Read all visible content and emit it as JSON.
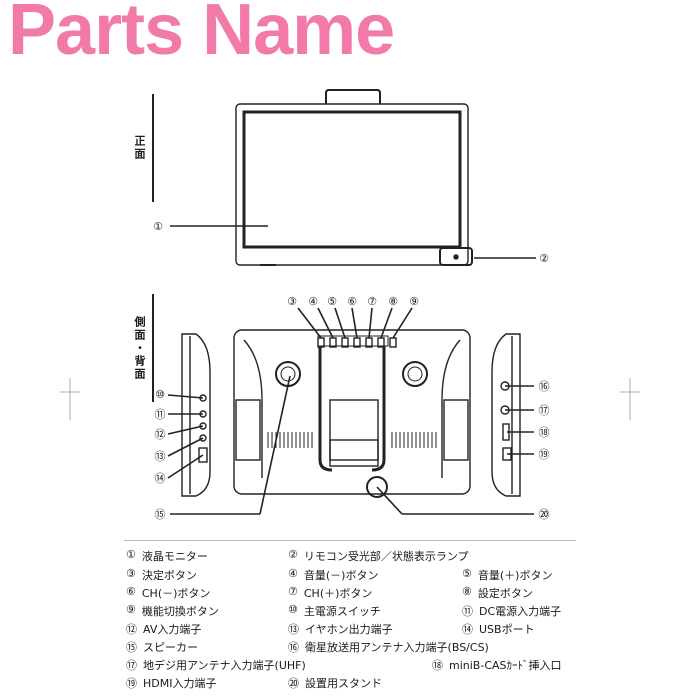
{
  "title": "Parts Name",
  "views": {
    "front": "正面",
    "side_back": "側面・背面"
  },
  "callout_markers": [
    "①",
    "②",
    "③",
    "④",
    "⑤",
    "⑥",
    "⑦",
    "⑧",
    "⑨",
    "⑩",
    "⑪",
    "⑫",
    "⑬",
    "⑭",
    "⑮",
    "⑯",
    "⑰",
    "⑱",
    "⑲",
    "⑳"
  ],
  "legend": [
    {
      "num": "①",
      "label": "液晶モニター"
    },
    {
      "num": "②",
      "label": "リモコン受光部／状態表示ランプ"
    },
    {
      "num": "③",
      "label": "決定ボタン"
    },
    {
      "num": "④",
      "label": "音量(－)ボタン"
    },
    {
      "num": "⑤",
      "label": "音量(＋)ボタン"
    },
    {
      "num": "⑥",
      "label": "CH(－)ボタン"
    },
    {
      "num": "⑦",
      "label": "CH(＋)ボタン"
    },
    {
      "num": "⑧",
      "label": "設定ボタン"
    },
    {
      "num": "⑨",
      "label": "機能切換ボタン"
    },
    {
      "num": "⑩",
      "label": "主電源スイッチ"
    },
    {
      "num": "⑪",
      "label": "DC電源入力端子"
    },
    {
      "num": "⑫",
      "label": "AV入力端子"
    },
    {
      "num": "⑬",
      "label": "イヤホン出力端子"
    },
    {
      "num": "⑭",
      "label": "USBポート"
    },
    {
      "num": "⑮",
      "label": "スピーカー"
    },
    {
      "num": "⑯",
      "label": "衛星放送用アンテナ入力端子(BS/CS)"
    },
    {
      "num": "⑰",
      "label": "地デジ用アンテナ入力端子(UHF)"
    },
    {
      "num": "⑱",
      "label": "miniB-CASｶｰﾄﾞ挿入口"
    },
    {
      "num": "⑲",
      "label": "HDMI入力端子"
    },
    {
      "num": "⑳",
      "label": "設置用スタンド"
    }
  ]
}
